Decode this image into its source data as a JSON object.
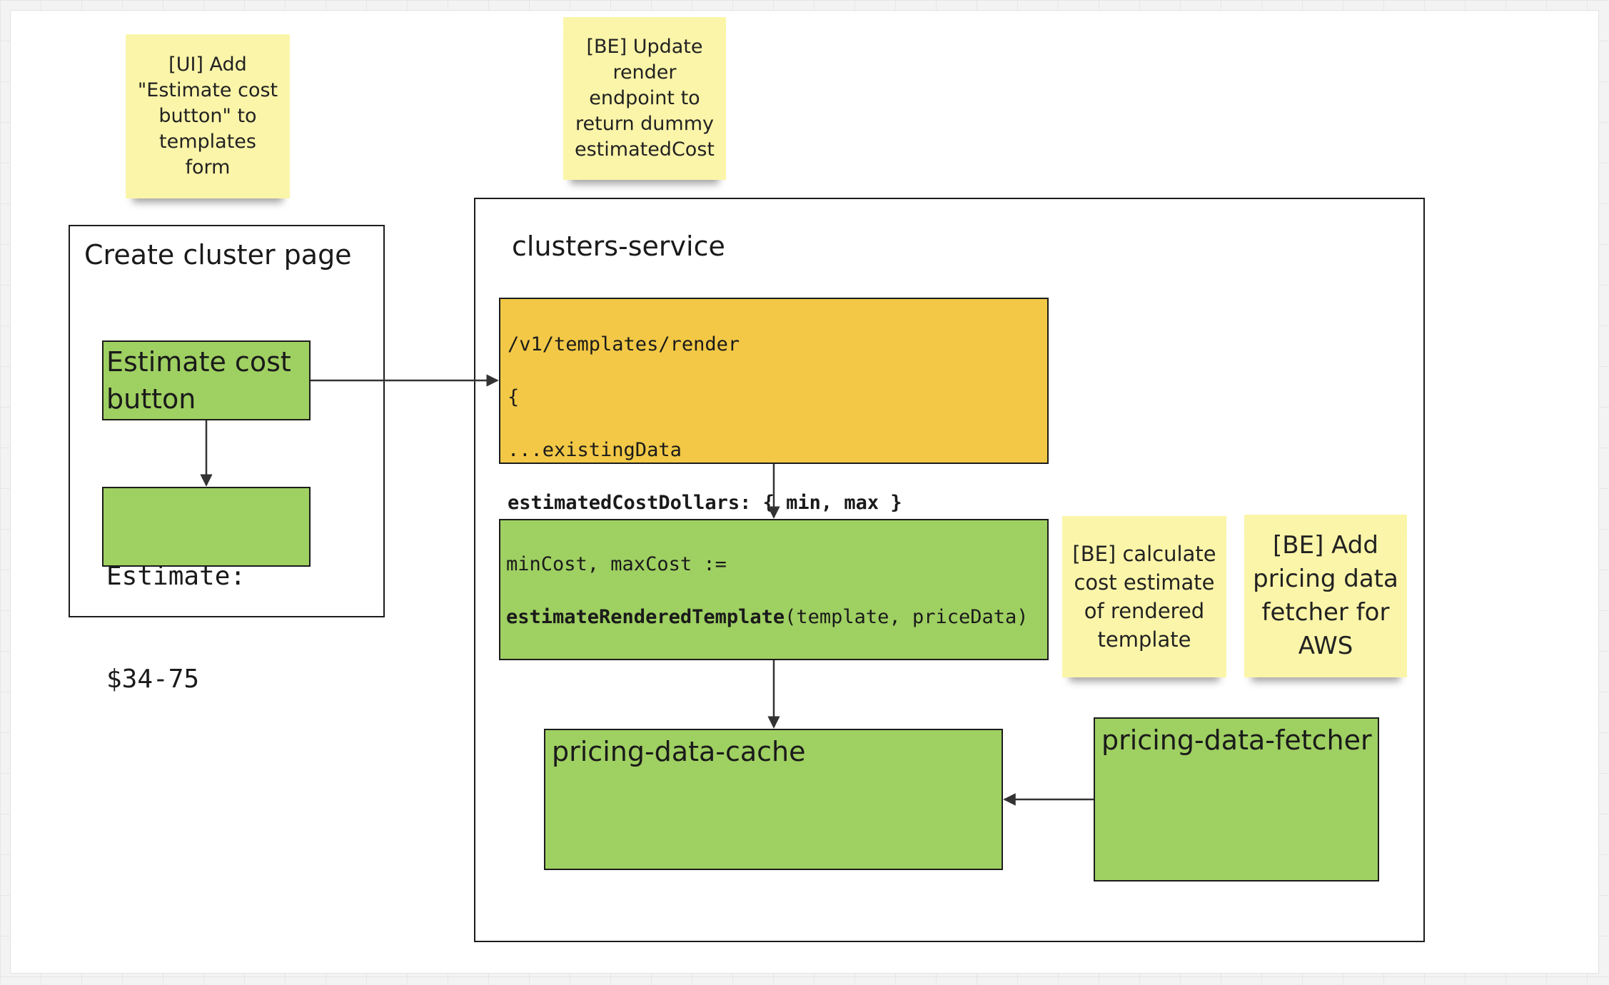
{
  "stickies": {
    "ui_button": [
      "[UI] Add",
      "\"Estimate cost",
      "button\" to",
      "templates",
      "form"
    ],
    "be_render": [
      "[BE] Update",
      "render",
      "endpoint to",
      "return dummy",
      "estimatedCost"
    ],
    "be_calculate": [
      "[BE] calculate",
      "cost estimate",
      "of rendered",
      "template"
    ],
    "be_fetcher": [
      "[BE] Add",
      "pricing data",
      "fetcher for",
      "AWS"
    ]
  },
  "create_cluster_page": {
    "title": "Create cluster page",
    "estimate_button": [
      "Estimate cost",
      "button"
    ],
    "estimate_result": [
      "Estimate:",
      "$34-75"
    ]
  },
  "clusters_service": {
    "title": "clusters-service",
    "render_endpoint": {
      "line1": "/v1/templates/render",
      "line2": "{",
      "line3": "...existingData",
      "line4": "estimatedCostDollars: { min, max }",
      "line5": "}"
    },
    "estimate_fn": {
      "line1": "minCost, maxCost :=",
      "line2_bold": "estimateRenderedTemplate",
      "line2_rest": "(template, priceData)"
    },
    "cache_label": "pricing-data-cache",
    "fetcher_label": "pricing-data-fetcher"
  },
  "colors": {
    "green": "#9fd062",
    "orange": "#f2c846",
    "sticky": "#fbf5a9",
    "border": "#1c1c1c"
  }
}
